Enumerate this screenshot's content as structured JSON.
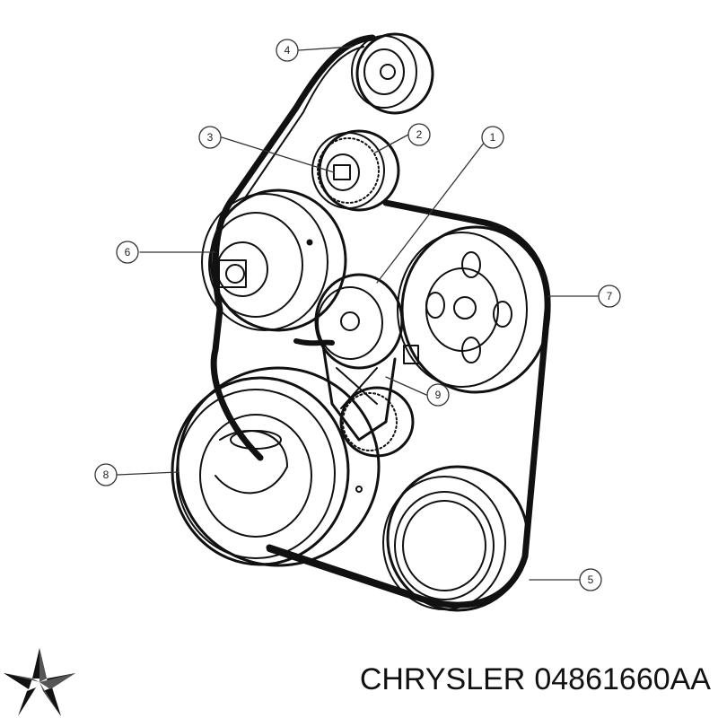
{
  "diagram": {
    "callouts": [
      {
        "id": "c1",
        "label": "1"
      },
      {
        "id": "c2",
        "label": "2"
      },
      {
        "id": "c3",
        "label": "3"
      },
      {
        "id": "c4",
        "label": "4"
      },
      {
        "id": "c5",
        "label": "5"
      },
      {
        "id": "c6",
        "label": "6"
      },
      {
        "id": "c7",
        "label": "7"
      },
      {
        "id": "c8",
        "label": "8"
      },
      {
        "id": "c9",
        "label": "9"
      }
    ]
  },
  "caption": {
    "brand": "CHRYSLER",
    "part_number": "04861660AA"
  },
  "logo": {
    "icon": "pentastar-logo-icon"
  }
}
